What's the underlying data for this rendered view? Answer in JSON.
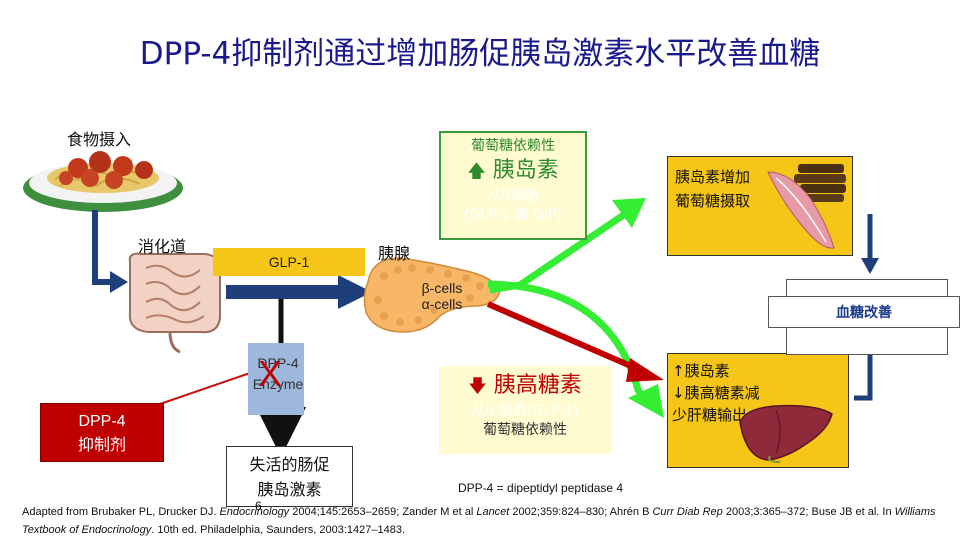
{
  "title": "DPP-4抑制剂通过增加肠促胰岛激素水平改善血糖",
  "labels": {
    "food_intake": "食物摄入",
    "gi_tract": "消化道",
    "pancreas": "胰腺",
    "glp1": "GLP-1",
    "beta_cells": "β-cells",
    "alpha_cells": "α-cells",
    "enzyme_line1": "DPP-4",
    "enzyme_line2": "Enzyme",
    "x_mark": "X"
  },
  "inhibitor": {
    "line1": "DPP-4",
    "line2": "抑制剂"
  },
  "inactive": {
    "line1": "失活的肠促",
    "line2": "胰岛激素"
  },
  "insulin_box": {
    "top": "葡萄糖依赖性",
    "arrow": "🡅",
    "main": "胰岛素",
    "sub1": "从β细胞",
    "sub2": "(GLP-1 和 GIP)"
  },
  "glucagon_box": {
    "arrow": "🡇",
    "main": "胰高糖素",
    "sub1": "从α 细胞(GLP-1)",
    "sub2": "葡萄糖依赖性"
  },
  "muscle_box": {
    "line1": "胰岛素增加",
    "line2": "葡萄糖摄取"
  },
  "liver_box": {
    "line1": "↑胰岛素",
    "line2": "↓胰高糖素减",
    "line3": "少肝糖输出"
  },
  "glucose_result": "血糖改善",
  "abbreviation": "DPP-4 = dipeptidyl peptidase 4",
  "refs": {
    "a": "Adapted from Brubaker PL, Drucker DJ. ",
    "b": "Endocrinology",
    "c": " 2004;145:2653–2659; Zander M et al ",
    "d": "Lancet",
    "e": " 2002;359:824–830; Ahrén B ",
    "f": "Curr Diab Rep",
    "g": " 2003;3:365–372; Buse JB et al. In ",
    "h": "Williams Textbook of Endocrinology",
    "i": ". 10th ed. Philadelphia, Saunders, 2003:1427–1483."
  },
  "page_number": "6",
  "colors": {
    "title": "#1a1a8a",
    "navy_arrow": "#1f3f7a",
    "green_arrow": "#33ee33",
    "red_arrow": "#c00000",
    "gold": "#f5c518"
  }
}
